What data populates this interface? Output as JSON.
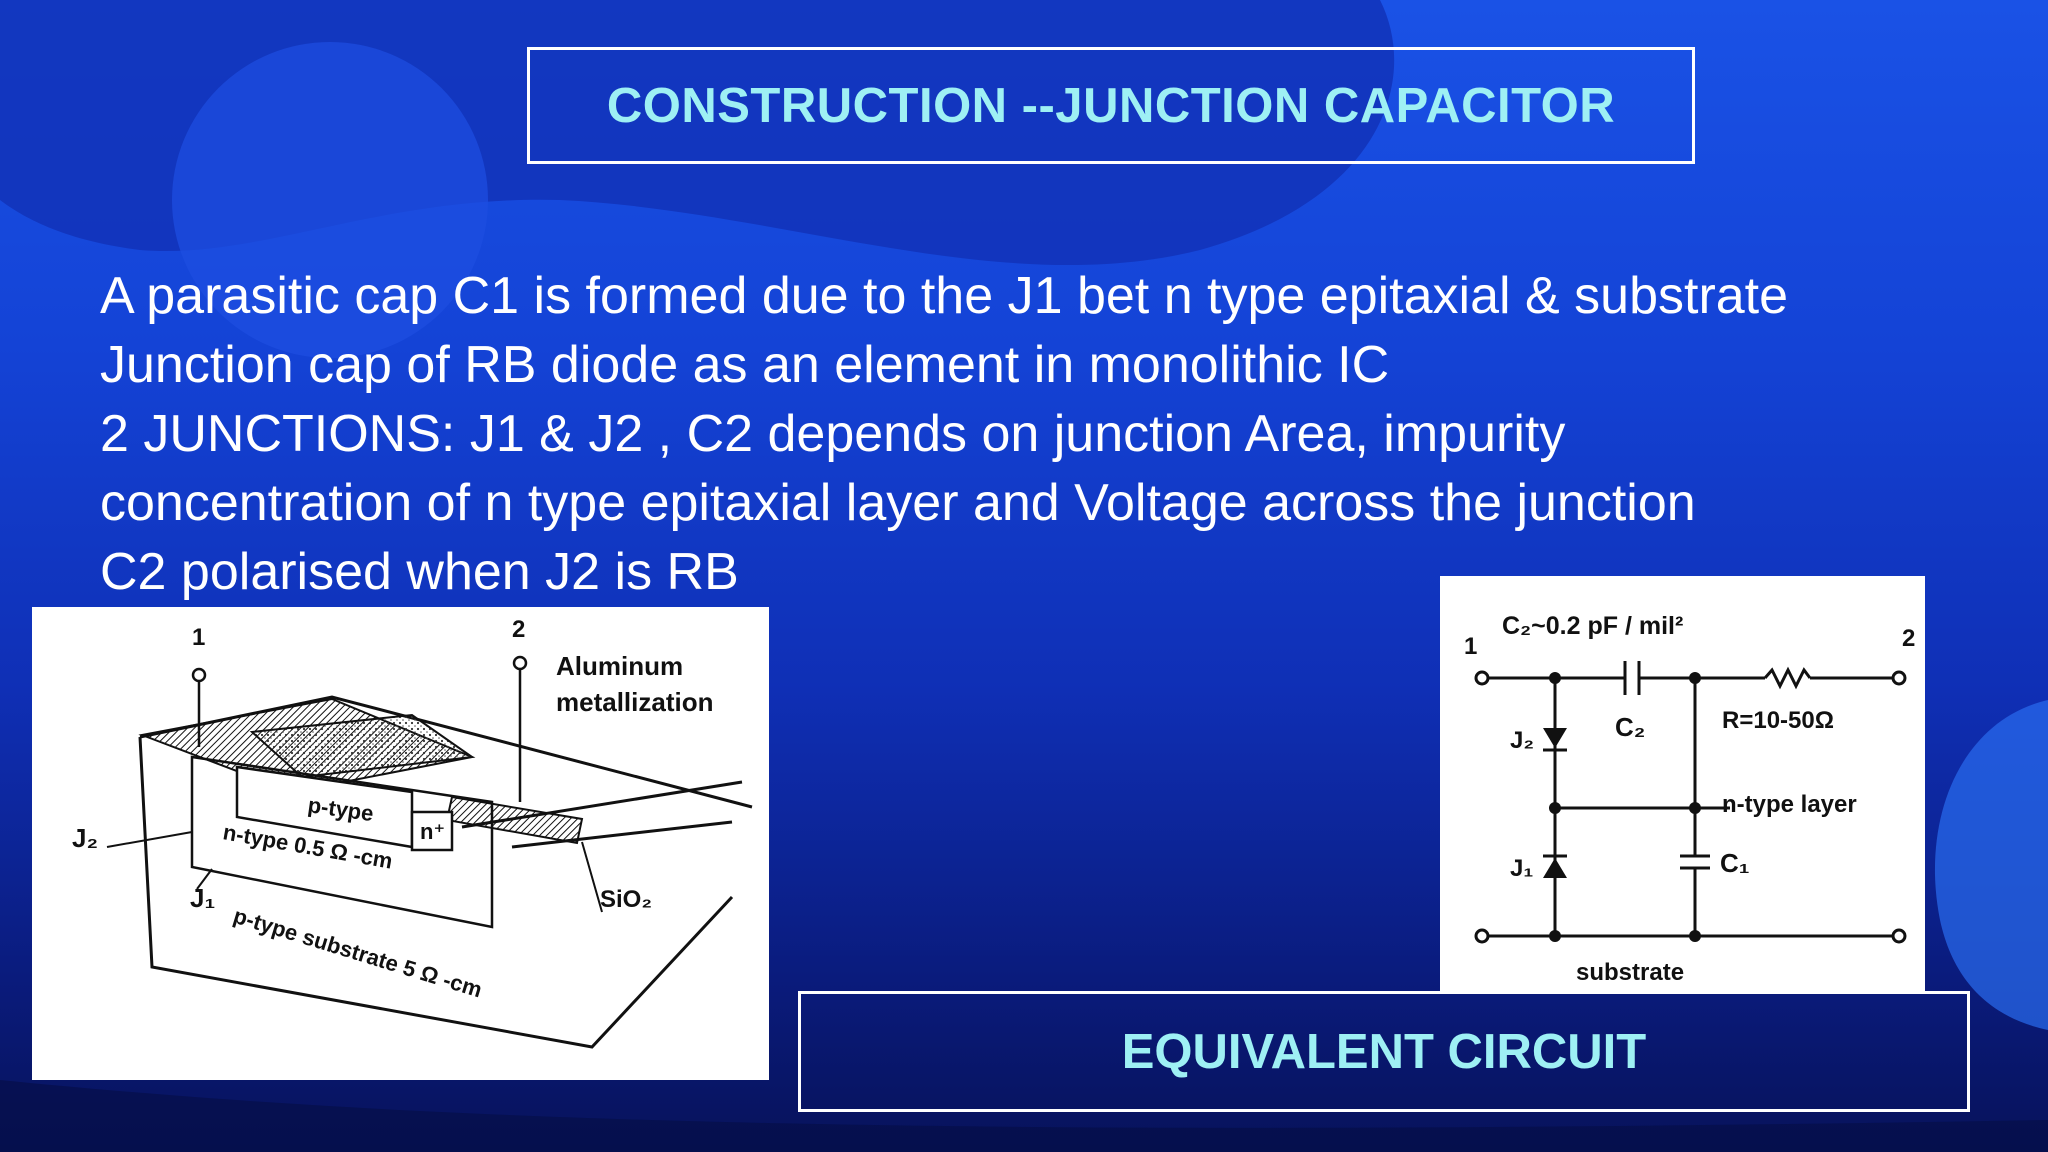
{
  "title": "CONSTRUCTION --JUNCTION CAPACITOR",
  "body_lines": [
    "A parasitic cap C1  is formed due to the J1 bet n type epitaxial & substrate",
    "Junction cap of RB diode as an element in monolithic IC",
    "2 JUNCTIONS:  J1 & J2 , C2 depends on junction Area, impurity",
    "concentration of n type epitaxial layer and Voltage across the junction",
    "C2 polarised when J2 is RB"
  ],
  "cross_section": {
    "terminal_1": "1",
    "terminal_2": "2",
    "metal_label_1": "Aluminum",
    "metal_label_2": "metallization",
    "p_type": "p-type",
    "n_type": "n-type 0.5 Ω -cm",
    "n_plus": "n⁺",
    "j2": "J₂",
    "j1": "J₁",
    "substrate": "p-type substrate 5 Ω -cm",
    "sio2": "SiO₂"
  },
  "circuit": {
    "terminal_1": "1",
    "terminal_2": "2",
    "c2_spec": "C₂~0.2 pF / mil²",
    "c2": "C₂",
    "r_spec": "R=10-50Ω",
    "j2": "J₂",
    "j1": "J₁",
    "n_layer": "n-type layer",
    "c1": "C₁",
    "substrate": "substrate"
  },
  "caption": "EQUIVALENT CIRCUIT",
  "colors": {
    "heading": "#9ef0f4",
    "text": "#ffffff",
    "background_top": "#1a52e6",
    "background_bottom": "#07125a"
  }
}
